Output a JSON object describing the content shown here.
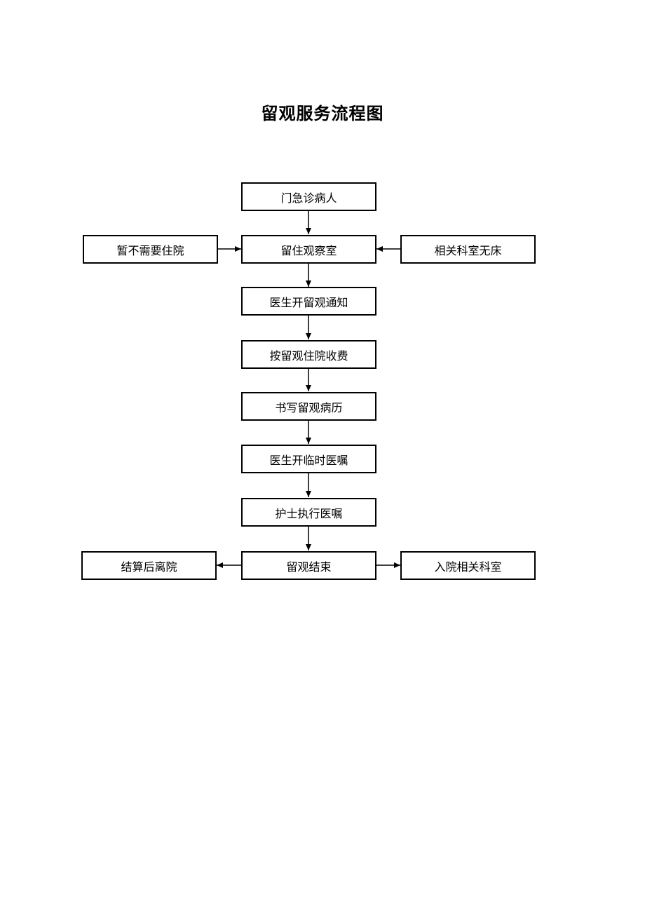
{
  "title": "留观服务流程图",
  "nodes": {
    "outpatient": "门急诊病人",
    "observation_room": "留住观察室",
    "no_admission_needed": "暂不需要住院",
    "no_bed_available": "相关科室无床",
    "doctor_notice": "医生开留观通知",
    "billing": "按留观住院收费",
    "medical_record": "书写留观病历",
    "temp_orders": "医生开临时医嘱",
    "nurse_execute": "护士执行医嘱",
    "observation_end": "留观结束",
    "discharge_after_settlement": "结算后离院",
    "admit_department": "入院相关科室"
  }
}
